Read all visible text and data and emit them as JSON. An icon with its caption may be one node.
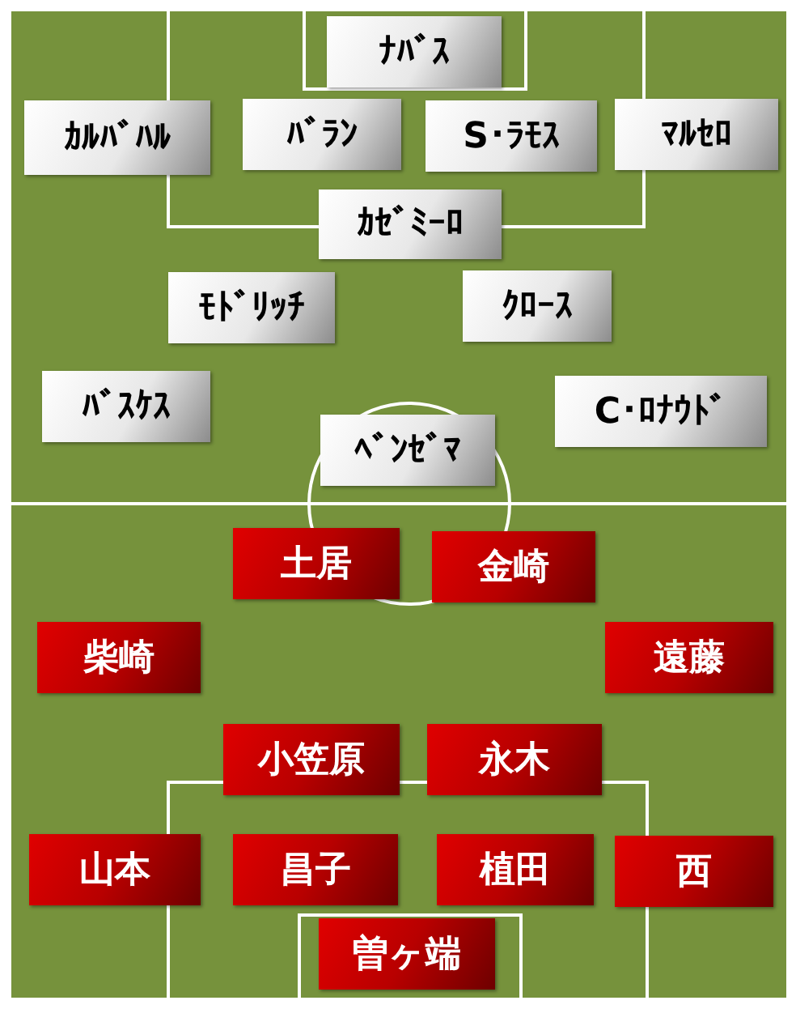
{
  "diagram": {
    "nodes": [
      {
        "text": [
          "ﾅﾊﾞｽ"
        ]
      },
      {
        "text": [
          "ｶﾙﾊﾞﾊﾙ"
        ]
      },
      {
        "text": [
          "ﾊﾞﾗﾝ"
        ]
      },
      {
        "text": [
          "S･ﾗﾓｽ"
        ]
      },
      {
        "text": [
          "ﾏﾙｾﾛ"
        ]
      },
      {
        "text": [
          "ｶｾﾞﾐｰﾛ"
        ]
      },
      {
        "text": [
          "ﾓﾄﾞﾘｯﾁ"
        ]
      },
      {
        "text": [
          "ｸﾛｰｽ"
        ]
      },
      {
        "text": [
          "ﾊﾞｽｹｽ"
        ]
      },
      {
        "text": [
          "C･ﾛﾅｳﾄﾞ"
        ]
      },
      {
        "text": [
          "ﾍﾞﾝｾﾞﾏ"
        ]
      },
      {
        "text": [
          "土居"
        ]
      },
      {
        "text": [
          "金崎"
        ]
      },
      {
        "text": [
          "柴崎"
        ]
      },
      {
        "text": [
          "遠藤"
        ]
      },
      {
        "text": [
          "小笠原"
        ]
      },
      {
        "text": [
          "永木"
        ]
      },
      {
        "text": [
          "山本"
        ]
      },
      {
        "text": [
          "昌子"
        ]
      },
      {
        "text": [
          "植田"
        ]
      },
      {
        "text": [
          "西"
        ]
      },
      {
        "text": [
          "曽ヶ端"
        ]
      }
    ]
  }
}
